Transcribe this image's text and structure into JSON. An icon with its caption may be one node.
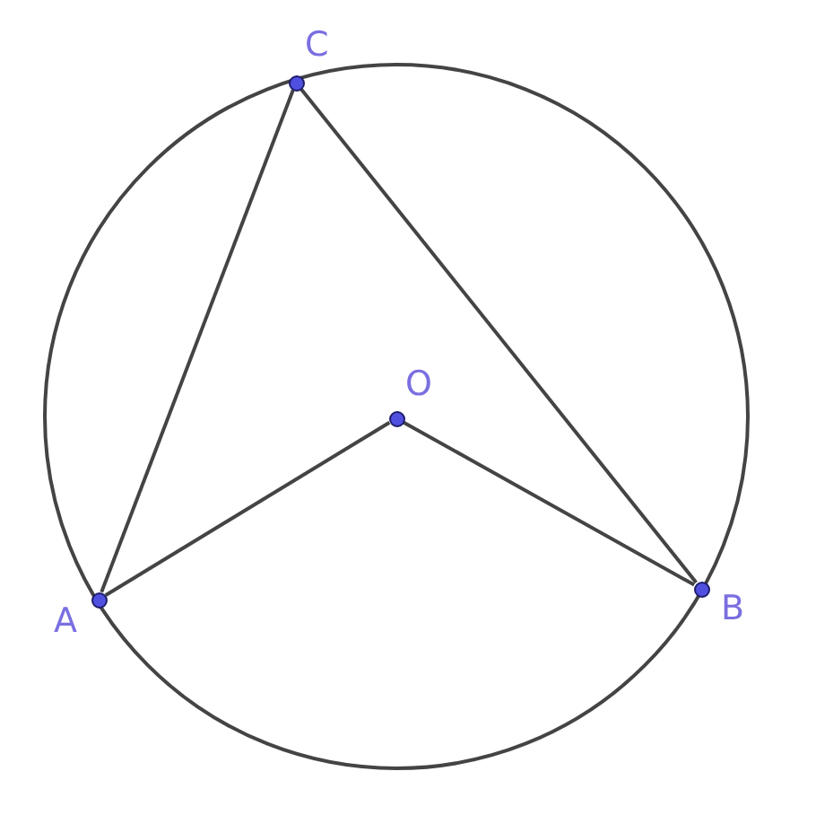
{
  "diagram": {
    "nodes": [
      {
        "text": [],
        "shape": "circle",
        "beside": [
          "C"
        ]
      },
      {
        "text": [],
        "shape": "circle",
        "beside": [
          "O"
        ]
      },
      {
        "text": [],
        "shape": "circle",
        "beside": [
          "A"
        ]
      },
      {
        "text": [],
        "shape": "circle",
        "beside": [
          "B"
        ]
      }
    ],
    "edges": [
      {
        "from": 0,
        "to": 2,
        "arrow": "none"
      },
      {
        "from": 0,
        "to": 3,
        "arrow": "none"
      },
      {
        "from": 1,
        "to": 2,
        "arrow": "none"
      },
      {
        "from": 1,
        "to": 3,
        "arrow": "none"
      }
    ]
  }
}
